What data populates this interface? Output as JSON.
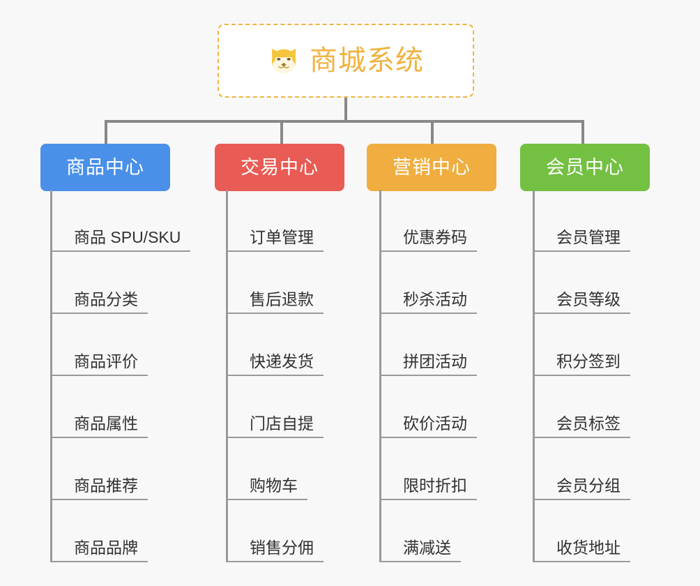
{
  "diagram": {
    "background_color": "#f8f8f8",
    "connector_color": "#888888",
    "root": {
      "title": "商城系统",
      "icon": "shiba-dog-face-icon",
      "text_color": "#f0b340",
      "border_color": "#f0b340",
      "background_color": "#ffffff"
    },
    "branches": [
      {
        "label": "商品中心",
        "color": "#4a90e8",
        "items": [
          "商品 SPU/SKU",
          "商品分类",
          "商品评价",
          "商品属性",
          "商品推荐",
          "商品品牌"
        ]
      },
      {
        "label": "交易中心",
        "color": "#e85c55",
        "items": [
          "订单管理",
          "售后退款",
          "快递发货",
          "门店自提",
          "购物车",
          "销售分佣"
        ]
      },
      {
        "label": "营销中心",
        "color": "#efae3f",
        "items": [
          "优惠券码",
          "秒杀活动",
          "拼团活动",
          "砍价活动",
          "限时折扣",
          "满减送"
        ]
      },
      {
        "label": "会员中心",
        "color": "#74c043",
        "items": [
          "会员管理",
          "会员等级",
          "积分签到",
          "会员标签",
          "会员分组",
          "收货地址"
        ]
      }
    ]
  }
}
